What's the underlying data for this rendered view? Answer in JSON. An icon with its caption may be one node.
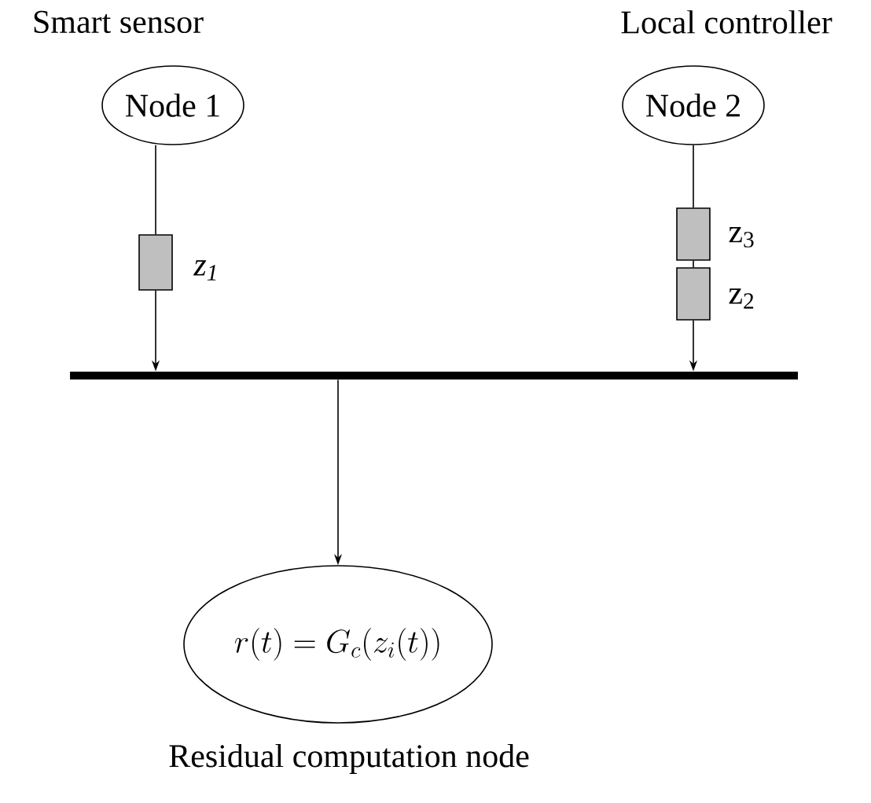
{
  "diagram": {
    "nodes": [
      {
        "text": [
          "Node 1"
        ],
        "beside": [
          "Smart sensor"
        ]
      },
      {
        "text": [
          "Node 2"
        ],
        "beside": [
          "Local controller"
        ]
      },
      {
        "text": [],
        "shape": "box",
        "beside": [
          "z$_{1}$"
        ]
      },
      {
        "text": [],
        "shape": "box",
        "beside": [
          "z$_{3}$"
        ]
      },
      {
        "text": [],
        "shape": "box",
        "beside": [
          "z$_{2}$"
        ]
      },
      {
        "text": [],
        "shape": "bar"
      },
      {
        "text": [
          "r(t) = G_{c}(z_{i}(t))"
        ],
        "beside": [
          "Residual computation node"
        ]
      }
    ],
    "edges": [
      {
        "from": 0,
        "to": 2,
        "arrow": "none"
      },
      {
        "from": 2,
        "to": 5,
        "arrow": "to"
      },
      {
        "from": 1,
        "to": 3,
        "arrow": "none"
      },
      {
        "from": 3,
        "to": 4,
        "arrow": "none"
      },
      {
        "from": 4,
        "to": 5,
        "arrow": "to"
      },
      {
        "from": 5,
        "to": 6,
        "arrow": "to"
      }
    ]
  }
}
